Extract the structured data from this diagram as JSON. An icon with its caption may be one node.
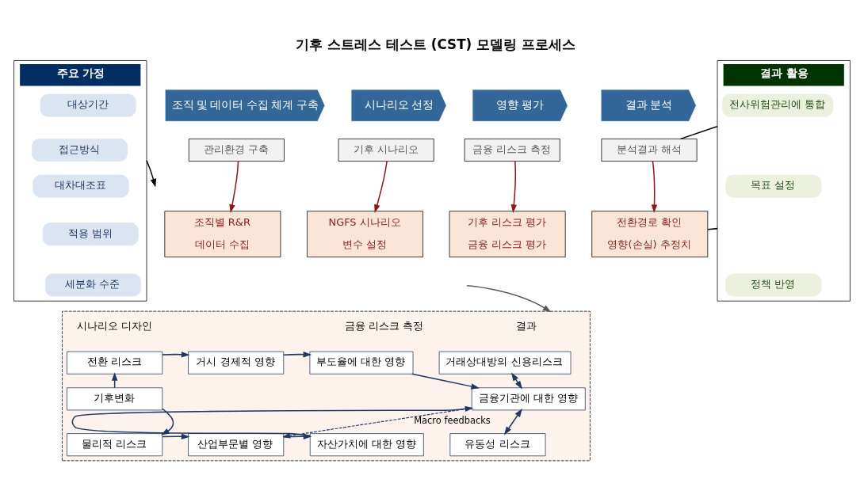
{
  "diagram": {
    "title": "기후 스트레스 테스트 (CST) 모델링 프로세스",
    "nodes": [
      {
        "text": [
          "주요 가정"
        ]
      },
      {
        "text": [
          "대상기간"
        ],
        "in": 0
      },
      {
        "text": [
          "접근방식"
        ],
        "in": 0
      },
      {
        "text": [
          "대차대조표"
        ],
        "in": 0
      },
      {
        "text": [
          "적용 범위"
        ],
        "in": 0
      },
      {
        "text": [
          "세분화 수준"
        ],
        "in": 0
      },
      {
        "text": [
          "조직 및 데이터 수집 체계 구축"
        ]
      },
      {
        "text": [
          "시나리오 선정"
        ]
      },
      {
        "text": [
          "영향 평가"
        ]
      },
      {
        "text": [
          "결과 분석"
        ]
      },
      {
        "text": [
          "관리환경 구축"
        ]
      },
      {
        "text": [
          "기후 시나리오"
        ]
      },
      {
        "text": [
          "금융 리스크 측정"
        ]
      },
      {
        "text": [
          "분석결과 해석"
        ]
      },
      {
        "text": [
          "조직별 R&R",
          "데이터 수집"
        ]
      },
      {
        "text": [
          "NGFS 시나리오",
          "변수 설정"
        ]
      },
      {
        "text": [
          "기후 리스크 평가",
          "금융 리스크 평가"
        ]
      },
      {
        "text": [
          "전환경로 확인",
          "영향(손실) 추정치"
        ]
      },
      {
        "text": [
          "결과 활용"
        ]
      },
      {
        "text": [
          "전사위험관리에 통합"
        ],
        "in": 18
      },
      {
        "text": [
          "목표 설정"
        ],
        "in": 18
      },
      {
        "text": [
          "정책 반영"
        ],
        "in": 18
      },
      {
        "text": [],
        "shape": "box"
      },
      {
        "text": [
          "기후변화"
        ],
        "in": 22
      },
      {
        "text": [
          "전환 리스크"
        ],
        "in": 22
      },
      {
        "text": [
          "물리적 리스크"
        ],
        "in": 22
      },
      {
        "text": [
          "거시 경제적 영향"
        ],
        "in": 22
      },
      {
        "text": [
          "산업부문별 영향"
        ],
        "in": 22
      },
      {
        "text": [
          "부도율에 대한 영향"
        ],
        "in": 22
      },
      {
        "text": [
          "자산가치에 대한 영향"
        ],
        "in": 22
      },
      {
        "text": [
          "거래상대방의 신용리스크"
        ],
        "in": 22
      },
      {
        "text": [
          "유동성 리스크"
        ],
        "in": 22
      },
      {
        "text": [
          "금융기관에 대한 영향"
        ],
        "in": 22
      }
    ],
    "edges": [
      {
        "from": 0,
        "to": null,
        "arrow": "to",
        "color": "#000000"
      },
      {
        "from": 10,
        "to": 14,
        "arrow": "to",
        "color": "#8b1a1a"
      },
      {
        "from": 11,
        "to": 15,
        "arrow": "to",
        "color": "#8b1a1a"
      },
      {
        "from": 12,
        "to": 16,
        "arrow": "to",
        "color": "#8b1a1a"
      },
      {
        "from": 13,
        "to": 17,
        "arrow": "to",
        "color": "#8b1a1a"
      },
      {
        "from": 13,
        "to": 18,
        "arrow": "none",
        "color": "#000000"
      },
      {
        "from": 17,
        "to": 18,
        "arrow": "none",
        "color": "#000000"
      },
      {
        "from": null,
        "to": 22,
        "arrow": "to",
        "color": "#595959"
      },
      {
        "from": 23,
        "to": 24,
        "arrow": "to"
      },
      {
        "from": 23,
        "to": 25,
        "arrow": "to"
      },
      {
        "from": 24,
        "to": 26,
        "arrow": "to"
      },
      {
        "from": 25,
        "to": 27,
        "arrow": "to"
      },
      {
        "from": 26,
        "to": 28,
        "arrow": "to"
      },
      {
        "from": 27,
        "to": 29,
        "arrow": "to"
      },
      {
        "from": 28,
        "to": 32,
        "arrow": "to"
      },
      {
        "from": 29,
        "to": 32,
        "arrow": "to"
      },
      {
        "from": 32,
        "to": 30,
        "arrow": "both"
      },
      {
        "from": 32,
        "to": 31,
        "arrow": "both"
      },
      {
        "from": 32,
        "to": 27,
        "arrow": "to",
        "style": "dashed",
        "label": "Macro feedbacks"
      }
    ],
    "labels": [
      "시나리오 디자인",
      "금융 리스크 측정",
      "결과"
    ]
  }
}
